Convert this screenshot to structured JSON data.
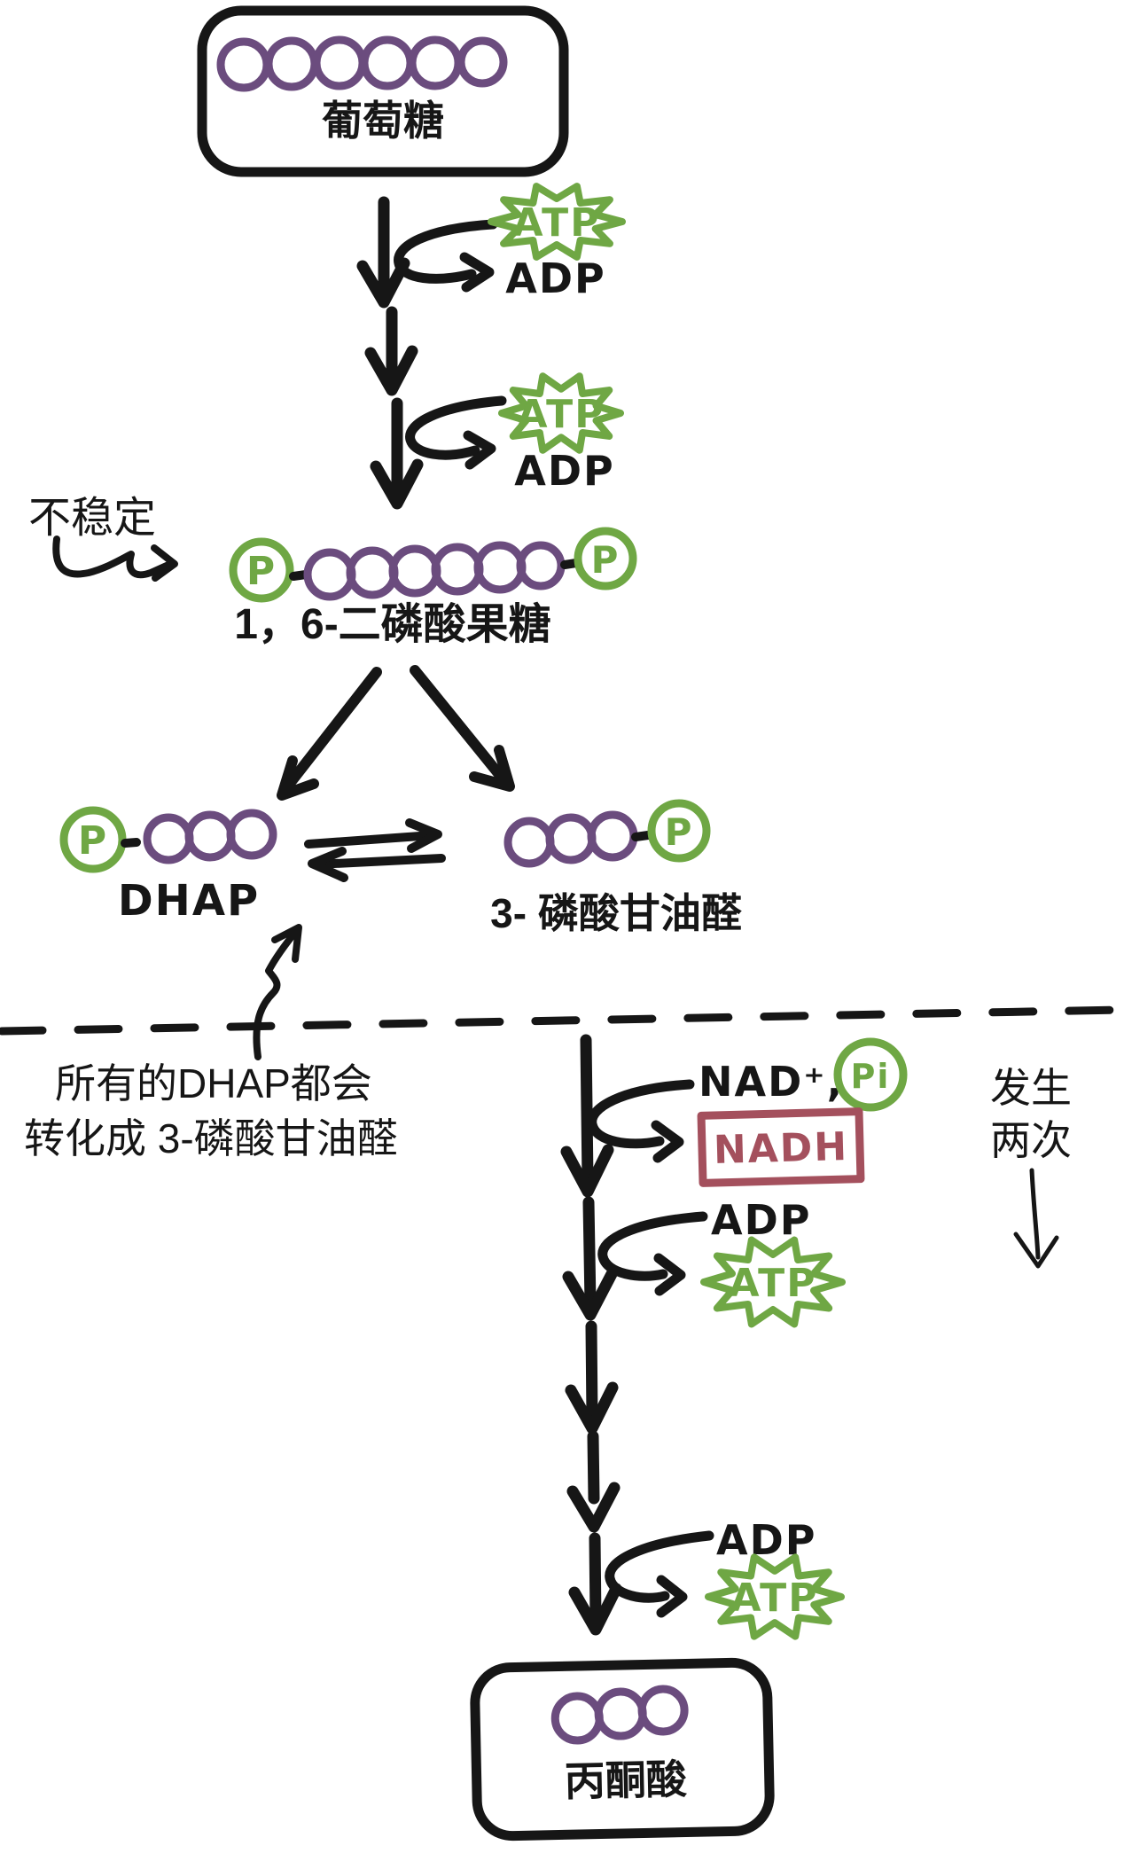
{
  "colors": {
    "ink": "#161616",
    "sugar_purple": "#6b4c7e",
    "energy_green": "#6fa744",
    "nadh_red": "#a4505d"
  },
  "glucose": {
    "label": "葡萄糖",
    "circles": 6
  },
  "step1": {
    "atp": "ATP",
    "adp": "ADP"
  },
  "step2": {
    "atp": "ATP",
    "adp": "ADP"
  },
  "unstable": {
    "label": "不稳定"
  },
  "f16bp": {
    "label": "1，6-二磷酸果糖",
    "phosphate": "P",
    "circles": 6
  },
  "dhap": {
    "label": "DHAP",
    "phosphate": "P",
    "circles": 3
  },
  "g3p": {
    "label": "3- 磷酸甘油醛",
    "phosphate": "P",
    "circles": 3
  },
  "dhap_note": {
    "line1": "所有的DHAP都会",
    "line2": "转化成 3-磷酸甘油醛"
  },
  "oxidation": {
    "nad": "NAD⁺,",
    "pi": "Pi",
    "nadh": "NADH"
  },
  "payoff1": {
    "adp": "ADP",
    "atp": "ATP"
  },
  "payoff2": {
    "adp": "ADP",
    "atp": "ATP"
  },
  "twice": {
    "line1": "发生",
    "line2": "两次"
  },
  "pyruvate": {
    "label": "丙酮酸",
    "circles": 3
  }
}
